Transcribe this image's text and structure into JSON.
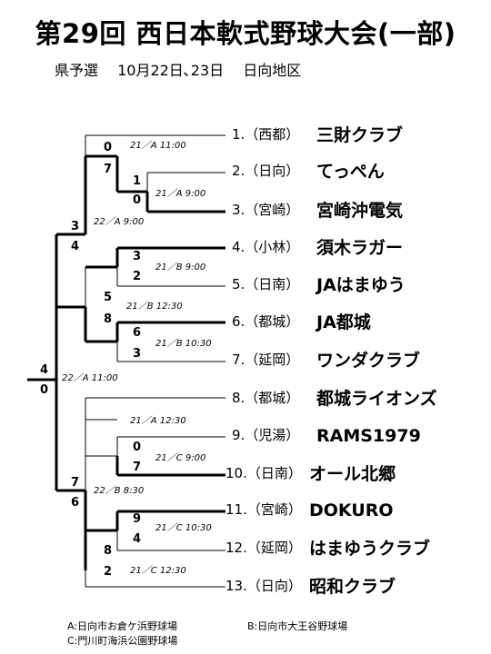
{
  "title": "第29回 西日本軟式野球大会(一部)",
  "subtitle": "県予選　 10月22日､23日 　日向地区",
  "teams": [
    {
      "seed": "1.（西都）",
      "name": "三財クラブ"
    },
    {
      "seed": "2.（日向）",
      "name": "てっぺん"
    },
    {
      "seed": "3.（宮崎）",
      "name": "宮崎沖電気"
    },
    {
      "seed": "4.（小林）",
      "name": "須木ラガー"
    },
    {
      "seed": "5.（日南）",
      "name": "JAはまゆう"
    },
    {
      "seed": "6.（都城）",
      "name": "JA都城"
    },
    {
      "seed": "7.（延岡）",
      "name": "ワンダクラブ"
    },
    {
      "seed": "8.（都城）",
      "name": "都城ライオンズ"
    },
    {
      "seed": "9.（児湯）",
      "name": "RAMS1979"
    },
    {
      "seed": "10.（日南）",
      "name": "オール北郷"
    },
    {
      "seed": "11.（宮崎）",
      "name": "DOKURO"
    },
    {
      "seed": "12.（延岡）",
      "name": "はまゆうクラブ"
    },
    {
      "seed": "13.（日向）",
      "name": "昭和クラブ"
    }
  ],
  "matches": [
    {
      "label": "21／A 9:00",
      "top_score": "1",
      "bottom_score": "0"
    },
    {
      "label": "21／B 9:00",
      "top_score": "3",
      "bottom_score": "2"
    },
    {
      "label": "21／B 10:30",
      "top_score": "6",
      "bottom_score": "3"
    },
    {
      "label": "21／C 9:00",
      "top_score": "0",
      "bottom_score": "7"
    },
    {
      "label": "21／C 10:30",
      "top_score": "9",
      "bottom_score": "4"
    },
    {
      "label": "21／A 11:00",
      "top_score": "0",
      "bottom_score": "7"
    },
    {
      "label": "21／B 12:30",
      "top_score": "5",
      "bottom_score": "8"
    },
    {
      "label": "21／A 12:30",
      "top_score": "",
      "bottom_score": ""
    },
    {
      "label": "21／C 12:30",
      "top_score": "8",
      "bottom_score": "2"
    },
    {
      "label": "22／A 9:00",
      "top_score": "3",
      "bottom_score": "4"
    },
    {
      "label": "22／B 8:30",
      "top_score": "7",
      "bottom_score": "6"
    },
    {
      "label": "22／A 11:00",
      "top_score": "4",
      "bottom_score": "0"
    }
  ],
  "venues": [
    "A:日向市お倉ケ浜野球場",
    "B:日向市大王谷野球場",
    "C:門川町海浜公園野球場"
  ]
}
